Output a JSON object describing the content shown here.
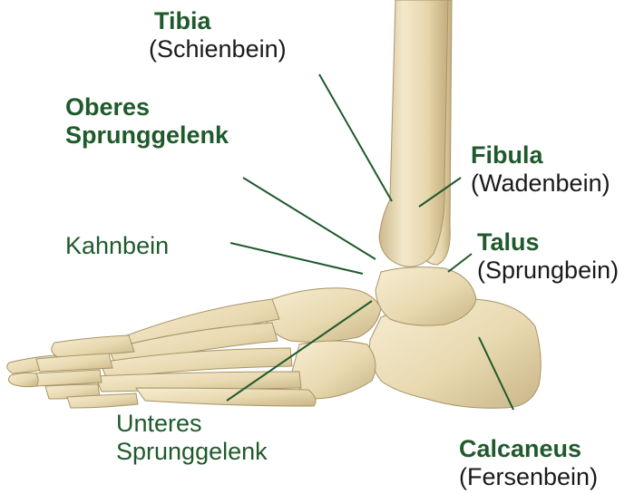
{
  "colors": {
    "label_bold": "#1f5a2c",
    "label_normal": "#1f5a2c",
    "leader_line": "#1f5a2c",
    "bone_fill": "#e8d9b0",
    "bone_shadow": "#c9b587",
    "bone_highlight": "#f6edd2",
    "bone_outline": "#a89468"
  },
  "labels": {
    "tibia": {
      "name": "Tibia",
      "sub": "(Schienbein)"
    },
    "osg": {
      "line1": "Oberes",
      "line2": "Sprunggelenk"
    },
    "fibula": {
      "name": "Fibula",
      "sub": "(Wadenbein)"
    },
    "talus": {
      "name": "Talus",
      "sub": "(Sprungbein)"
    },
    "kahnbein": {
      "text": "Kahnbein"
    },
    "usg": {
      "line1": "Unteres",
      "line2": "Sprunggelenk"
    },
    "calcaneus": {
      "name": "Calcaneus",
      "sub": "(Fersenbein)"
    }
  }
}
